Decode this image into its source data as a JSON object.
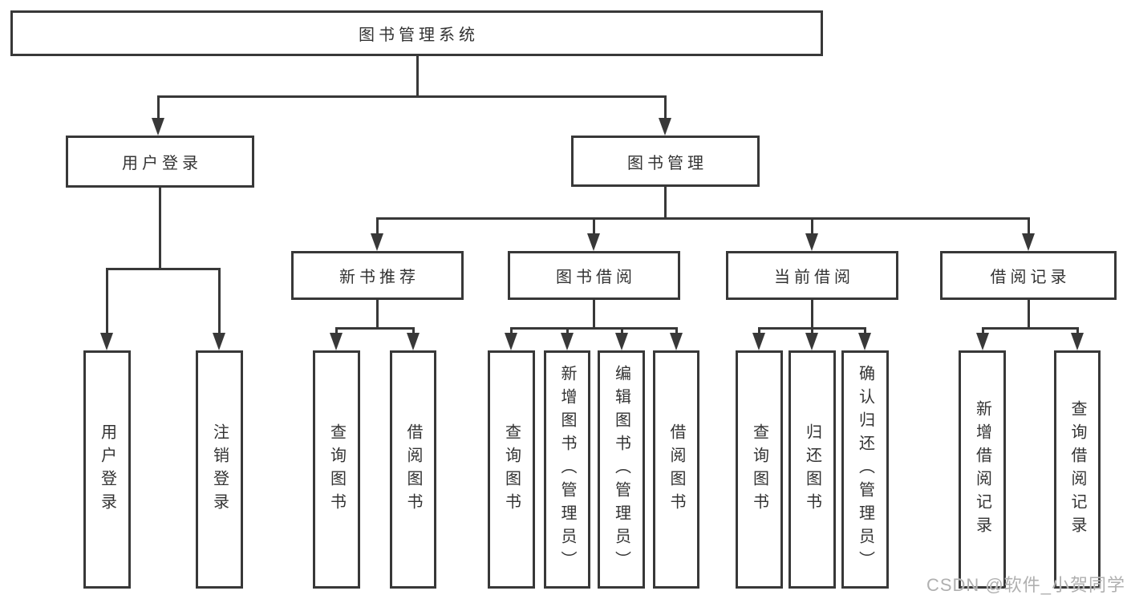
{
  "diagram": {
    "title_hint": "functional structure tree",
    "root": {
      "label": "图书管理系统"
    },
    "branches": [
      {
        "label": "用户登录",
        "children": [
          {
            "label": "用户登录"
          },
          {
            "label": "注销登录"
          }
        ]
      },
      {
        "label": "图书管理",
        "children": [
          {
            "label": "新书推荐",
            "children": [
              {
                "label": "查询图书"
              },
              {
                "label": "借阅图书"
              }
            ]
          },
          {
            "label": "图书借阅",
            "children": [
              {
                "label": "查询图书"
              },
              {
                "label": "新增图书（管理员）"
              },
              {
                "label": "编辑图书（管理员）"
              },
              {
                "label": "借阅图书"
              }
            ]
          },
          {
            "label": "当前借阅",
            "children": [
              {
                "label": "查询图书"
              },
              {
                "label": "归还图书"
              },
              {
                "label": "确认归还（管理员）"
              }
            ]
          },
          {
            "label": "借阅记录",
            "children": [
              {
                "label": "新增借阅记录"
              },
              {
                "label": "查询借阅记录"
              }
            ]
          }
        ]
      }
    ],
    "watermark": "CSDN @软件_小贺同学",
    "colors": {
      "line": "#383838",
      "text": "#333333",
      "watermark": "#b0b0b0",
      "background": "#ffffff"
    }
  }
}
